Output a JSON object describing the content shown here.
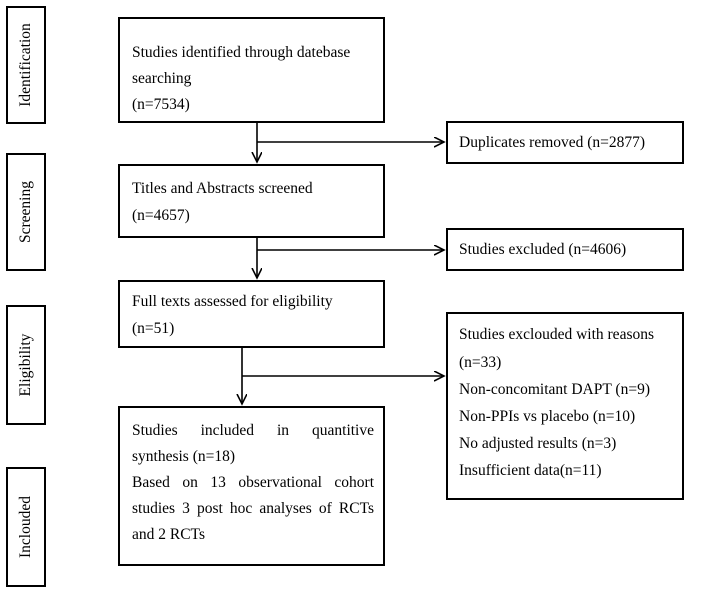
{
  "stages": {
    "identification": "Identification",
    "screening": "Screening",
    "eligibility": "Eligibility",
    "included": "Inclouded"
  },
  "boxes": {
    "identified": {
      "line1": "Studies identified through datebase",
      "line2": "searching",
      "line3": "(n=7534)"
    },
    "duplicates": {
      "line1": "Duplicates removed (n=2877)"
    },
    "screened": {
      "line1": "Titles and Abstracts screened",
      "line2": "(n=4657)"
    },
    "excluded": {
      "line1": "Studies excluded (n=4606)"
    },
    "fulltext": {
      "line1": "Full texts assessed for eligibility",
      "line2": "(n=51)"
    },
    "excluded_reasons": {
      "line1": "Studies exclouded with reasons",
      "line2": "(n=33)",
      "line3": "Non-concomitant DAPT (n=9)",
      "line4": "Non-PPIs vs placebo (n=10)",
      "line5": "No adjusted results (n=3)",
      "line6": "Insufficient data(n=11)"
    },
    "included": {
      "para1": "Studies included in quantitive synthesis (n=18)",
      "para2": "Based on 13 observational cohort studies 3 post hoc analyses of RCTs and 2 RCTs"
    }
  }
}
